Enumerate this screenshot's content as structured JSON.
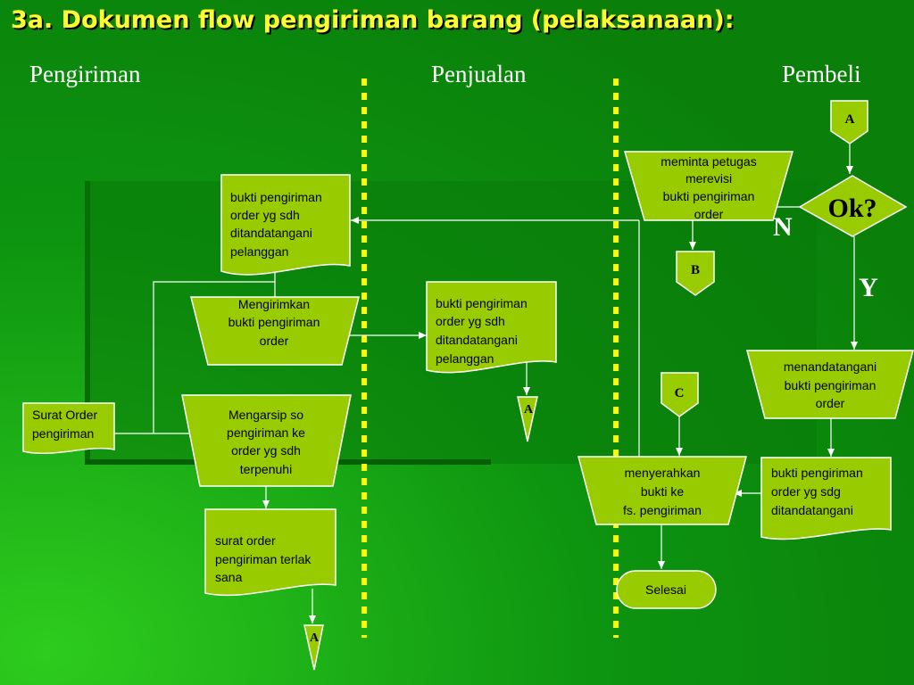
{
  "title": "3a. Dokumen flow pengiriman barang (pelaksanaan):",
  "lanes": [
    "Pengiriman",
    "Penjualan",
    "Pembeli"
  ],
  "colors": {
    "background": "#0a8a0a",
    "shape_fill": "#99cc00",
    "title": "#ffff33",
    "divider": "#ffff00"
  },
  "nodes": {
    "doc_bukti_signed": [
      "bukti pengiriman",
      "order yg sdh",
      "ditandatangani",
      "pelanggan"
    ],
    "proc_mengirimkan": [
      "Mengirimkan",
      "bukti pengiriman",
      "order"
    ],
    "doc_surat_order": [
      "Surat Order",
      "pengiriman"
    ],
    "proc_mengarsip": [
      "Mengarsip so",
      "pengiriman ke",
      "order yg sdh",
      "terpenuhi"
    ],
    "doc_surat_terlaksana": [
      "surat order",
      "pengiriman terlak",
      "sana"
    ],
    "doc_penjualan_bukti": [
      "bukti pengiriman",
      "order yg sdh",
      "ditandatangani",
      "pelanggan"
    ],
    "proc_meminta": [
      "meminta petugas",
      "merevisi",
      "bukti pengiriman",
      "order"
    ],
    "decision": "Ok?",
    "label_no": "N",
    "label_yes": "Y",
    "proc_menandatangani": [
      "menandatangani",
      "bukti pengiriman",
      "order"
    ],
    "doc_bukti_sdg": [
      "bukti pengiriman",
      "order yg sdg",
      "ditandatangani"
    ],
    "proc_menyerahkan": [
      "menyerahkan",
      "bukti ke",
      "fs. pengiriman"
    ],
    "terminal": "Selesai",
    "connectors": {
      "a_top": "A",
      "b": "B",
      "c": "C",
      "a_mid": "A",
      "a_bottom": "A"
    }
  }
}
